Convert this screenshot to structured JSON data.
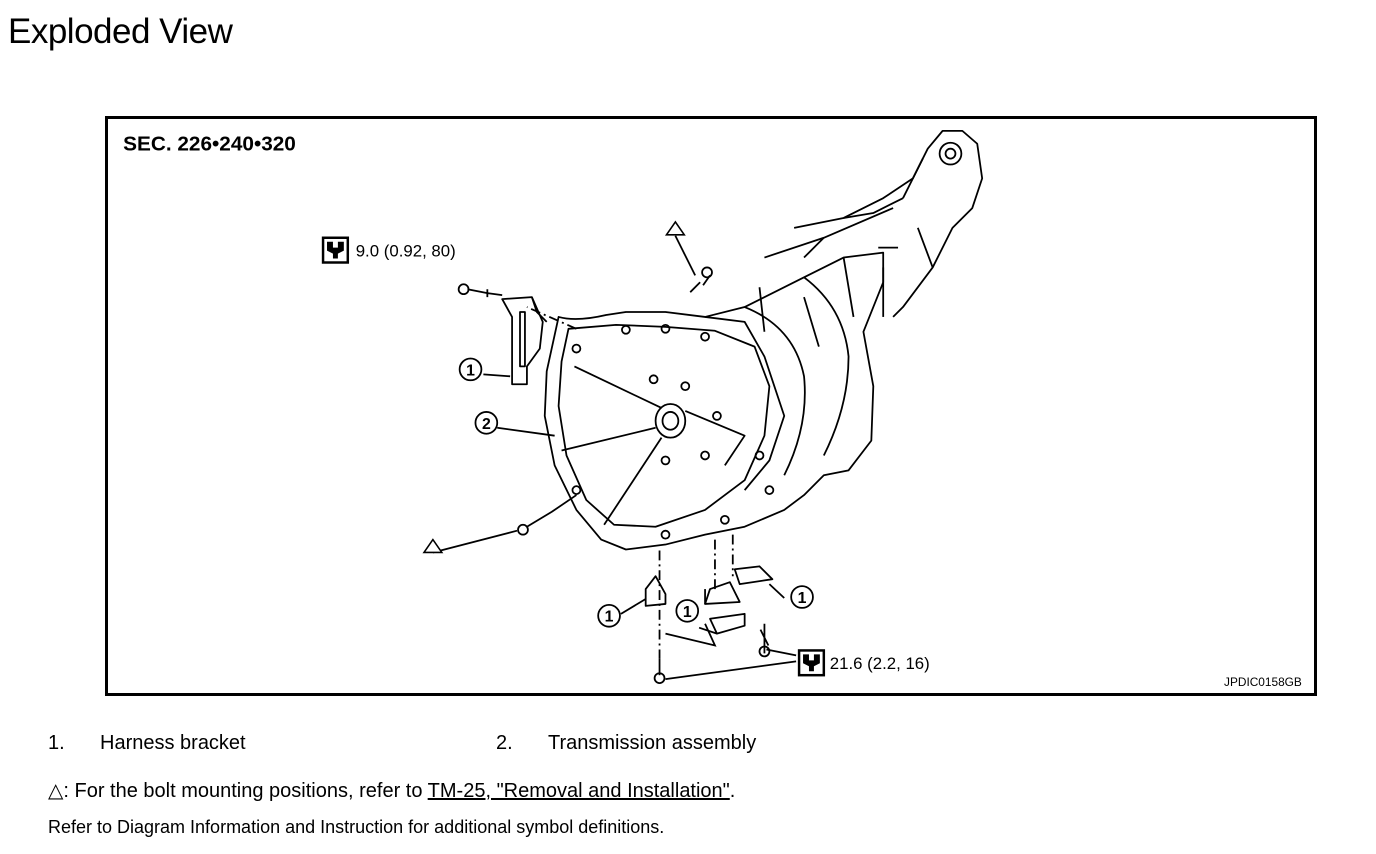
{
  "page": {
    "title": "Exploded View"
  },
  "figure": {
    "section": "SEC. 226•240•320",
    "torque_top": "9.0 (0.92, 80)",
    "torque_bottom": "21.6 (2.2, 16)",
    "callout_1": "1",
    "callout_2": "2",
    "image_code": "JPDIC0158GB",
    "icons": [
      "torque-wrench-icon",
      "triangle-marker-icon"
    ]
  },
  "legend": [
    {
      "num": "1.",
      "label": "Harness bracket"
    },
    {
      "num": "2.",
      "label": "Transmission assembly"
    }
  ],
  "note": {
    "symbol": "△",
    "prefix": ": For the bolt mounting positions, refer to ",
    "link": "TM-25, \"Removal and Installation\"",
    "suffix": "."
  },
  "footer": "Refer to Diagram Information and Instruction for additional symbol definitions."
}
